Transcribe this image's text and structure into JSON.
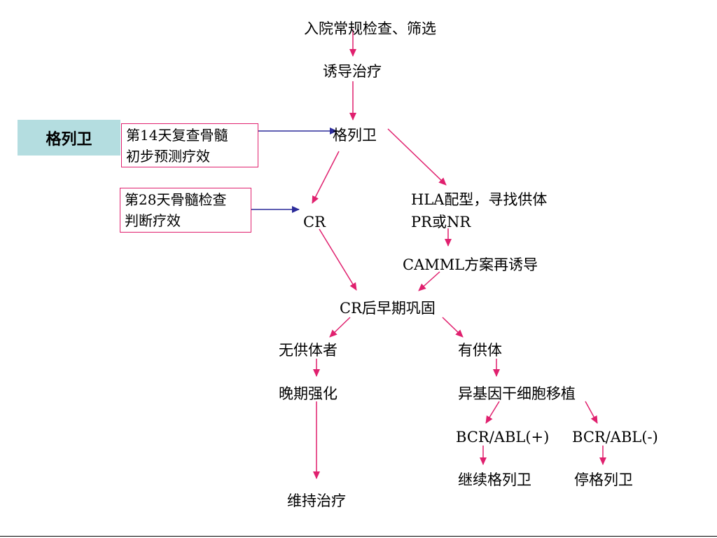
{
  "colors": {
    "flow_arrow": "#e0206e",
    "note_arrow": "#2b2b9a",
    "side_label_bg": "#b4dde0",
    "note_border": "#e0206e"
  },
  "side_label": "格列卫",
  "notes": {
    "day14": {
      "line1": "第14天复查骨髓",
      "line2": "初步预测疗效"
    },
    "day28": {
      "line1": "第28天骨髓检查",
      "line2": "判断疗效"
    }
  },
  "nodes": {
    "admission": "入院常规检查、筛选",
    "induction": "诱导治疗",
    "imatinib": "格列卫",
    "cr": "CR",
    "hla_line1": "HLA配型，寻找供体",
    "hla_line2": "PR或NR",
    "camml": "CAMML方案再诱导",
    "consolidation": "CR后早期巩固",
    "no_donor": "无供体者",
    "has_donor": "有供体",
    "late_intensification": "晚期强化",
    "transplant": "异基因干细胞移植",
    "bcr_pos": "BCR/ABL(+)",
    "bcr_neg": "BCR/ABL(-)",
    "continue_imatinib": "继续格列卫",
    "stop_imatinib": "停格列卫",
    "maintenance": "维持治疗"
  }
}
